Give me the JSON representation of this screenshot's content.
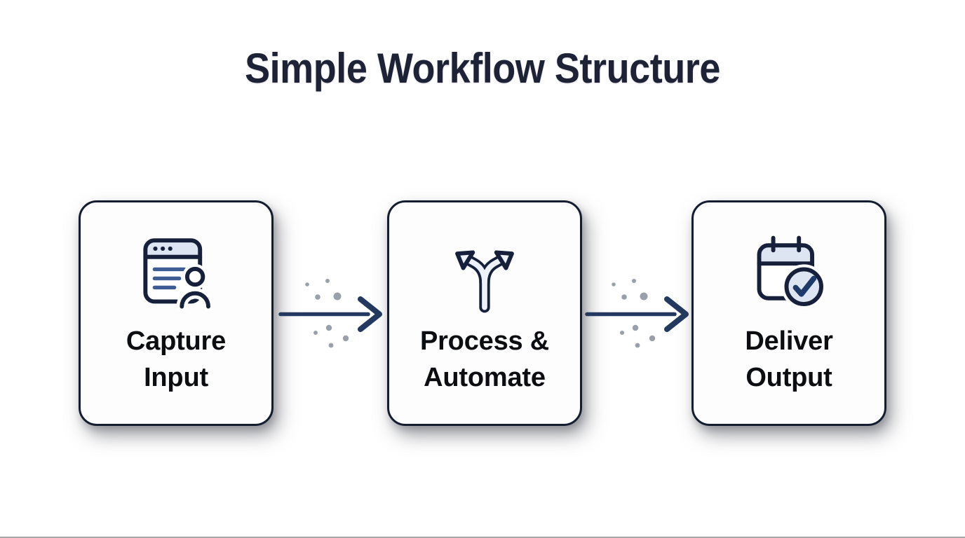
{
  "title": "Simple Workflow Structure",
  "steps": [
    {
      "id": "capture-input",
      "icon": "browser-form-user-icon",
      "label": "Capture Input",
      "lines": [
        "Capture",
        "Input"
      ]
    },
    {
      "id": "process-automate",
      "icon": "branch-arrows-icon",
      "label": "Process & Automate",
      "lines": [
        "Process &",
        "Automate"
      ]
    },
    {
      "id": "deliver-output",
      "icon": "calendar-check-icon",
      "label": "Deliver Output",
      "lines": [
        "Deliver",
        "Output"
      ]
    }
  ],
  "connectors": [
    {
      "id": "arrow-1",
      "type": "right-arrow-with-dots"
    },
    {
      "id": "arrow-2",
      "type": "right-arrow-with-dots"
    }
  ],
  "colors": {
    "background": "#ffffff",
    "title_text": "#1e2236",
    "box_border": "#141d30",
    "box_fill": "#fdfdfe",
    "box_text": "#0c0d10",
    "arrow": "#24395f",
    "dots": "#99a0a9",
    "icon_stroke": "#16203a",
    "icon_fill": "#dde5f2",
    "icon_fill_bright": "#ecf1fa",
    "icon_accent": "#3e5d95",
    "check": "#1d3a6a"
  }
}
